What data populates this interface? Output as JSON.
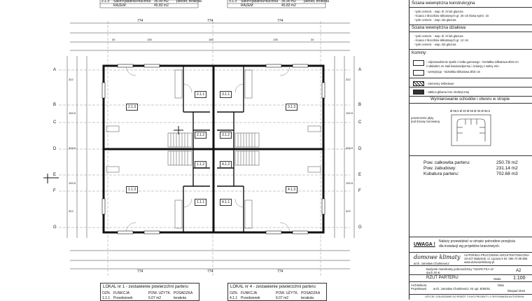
{
  "top_tables": {
    "left": {
      "row1_code": "2.1.3",
      "row1_name": "Salon+jadalnia+kuchnia",
      "row1_area": "35.90 m2",
      "row1_floor": "parkiet, terakota",
      "total_label": "RAZEM",
      "total_area": "45.83 m2"
    },
    "right": {
      "row1_code": "3.1.3",
      "row1_name": "Salon+jadalnia+kuchnia",
      "row1_area": "35.90 m2",
      "row1_floor": "parkiet, terakota",
      "total_label": "RAZEM",
      "total_area": "45.83 m2"
    }
  },
  "dimensions": {
    "top_outer": [
      "774",
      "774",
      "774"
    ],
    "top_inner": [
      "30",
      "135",
      "160",
      "135",
      "30"
    ],
    "left_side": [
      "322",
      "153.5",
      "308.5",
      "153.5",
      "322"
    ],
    "right_side": [
      "322",
      "153.5",
      "308.5",
      "153.5",
      "322"
    ],
    "bottom": [
      "774",
      "774",
      "774"
    ]
  },
  "grid_axes": {
    "left": [
      "A",
      "B",
      "C",
      "D",
      "E",
      "F",
      "G"
    ],
    "right": [
      "A",
      "B",
      "C",
      "D",
      "E",
      "F",
      "G"
    ]
  },
  "rooms": [
    {
      "code": "2.1.3",
      "label": "2.1.3"
    },
    {
      "code": "2.1.1",
      "label": "2.1.1"
    },
    {
      "code": "2.1.2",
      "label": "2.1.2"
    },
    {
      "code": "3.1.3",
      "label": "3.1.3"
    },
    {
      "code": "3.1.1",
      "label": "3.1.1"
    },
    {
      "code": "3.1.2",
      "label": "3.1.2"
    },
    {
      "code": "1.1.3",
      "label": "1.1.3"
    },
    {
      "code": "1.1.1",
      "label": "1.1.1"
    },
    {
      "code": "1.1.2",
      "label": "1.1.2"
    },
    {
      "code": "4.1.3",
      "label": "4.1.3"
    },
    {
      "code": "4.1.1",
      "label": "4.1.1"
    },
    {
      "code": "4.1.2",
      "label": "4.1.2"
    }
  ],
  "bottom_tables": {
    "left": {
      "title": "LOKAL nr 1 - zestawienie powierzchni parteru",
      "h1": "OZN.",
      "h2": "FUNKCJA",
      "h3": "POW. UŻYTK.",
      "h4": "POSADZKA",
      "r1c1": "1.1.1",
      "r1c2": "Przedsionek",
      "r1c3": "6.07 m2",
      "r1c4": "terakota"
    },
    "right": {
      "title": "LOKAL nr 4 - zestawienie powierzchni parteru",
      "h1": "OZN.",
      "h2": "FUNKCJA",
      "h3": "POW. UŻYTK.",
      "h4": "POSADZKA",
      "r1c1": "4.1.1",
      "r1c2": "Przedsionek",
      "r1c3": "6.07 m2",
      "r1c4": "terakota"
    }
  },
  "panel": {
    "sec1_title": "Ściana wewnętrzna konstrukcyjna",
    "sec1_items": [
      "- tynk cement. - wap. kl. III lub glazura",
      "- ściana z bloczków silikatowych gr. 25 cm klasa wytrz. 15",
      "- tynk cement. - wap. lub glazura"
    ],
    "sec2_title": "Ściana wewnętrzna działowa",
    "sec2_items": [
      "- tynk cement. - wap. kl. III lub glazura",
      "- ściana z bloczków silikatowych gr. 12 cm",
      "- tynk cement. - wap. lub glazura"
    ],
    "kominy_title": "Kominy:",
    "kominy_items": [
      "- odprowadzenie spalin z kotła gazowego - kształtka silikatowa Ø19 cm",
      "z wkładem ze stali kwasoodpornej i izolacją z wełny min.",
      "- wentylacja - kształtka silikatowa Ø15 cm"
    ],
    "leg1": "- elementy żelbetowe",
    "leg2": "- tablica główna inst. elektrycznej",
    "stairs_title": "Wymiarowanie schodów i otworu w stropie",
    "stairs_note1": "poszerzenie płyty",
    "stairs_note2": "pod ścianą murowaną",
    "stairs_dims": "Ø 68.5 Ø 30 Ø 65 Ø 30 Ø 68.5",
    "area_rows": [
      {
        "label": "Pow. całkowita parteru:",
        "value": "250.78 m2"
      },
      {
        "label": "Pow. zabudowy:",
        "value": "231.14 m2"
      },
      {
        "label": "Kubatura parteru:",
        "value": "702.68 m3"
      }
    ],
    "uwaga_label": "UWAGA !",
    "uwaga_text1": "Należy przewidzieć w stropie potrzebne przejścia",
    "uwaga_text2": "dla instalacji wg projektów branżowych.",
    "logo_text": "domowe klimaty",
    "office_lines": [
      "AUTORSKA PRACOWNIA ARCHITEKTONICZNA",
      "19-427 Białystok, ul. Lipowa 5  tel. 085 74 98 866",
      "www.domoweklimaty.pl"
    ],
    "architect_name": "arch. Jarosław Charkiewicz",
    "project_line1": "Budynek mieszkalny jednorodzinny \"SZARCTKA 11\"",
    "project_line2": "dach 30 st.",
    "sheet_code": "A2",
    "drawing_title": "RZUT PARTERU",
    "scale": "1:100",
    "role1": "Architektura",
    "role2": "Projektował",
    "signer": "arch. Jarosław Charkiewicz, Nr upr. B/65/91",
    "date_label": "Data",
    "date_value": "listopad 2019",
    "sheet_label": "Skala",
    "footer": "UŻYCIE I ZGŁASZANIE DO ROBÓT TYLKO PROJEKTY Z ORYGINAŁEM AUTORSKIM"
  }
}
